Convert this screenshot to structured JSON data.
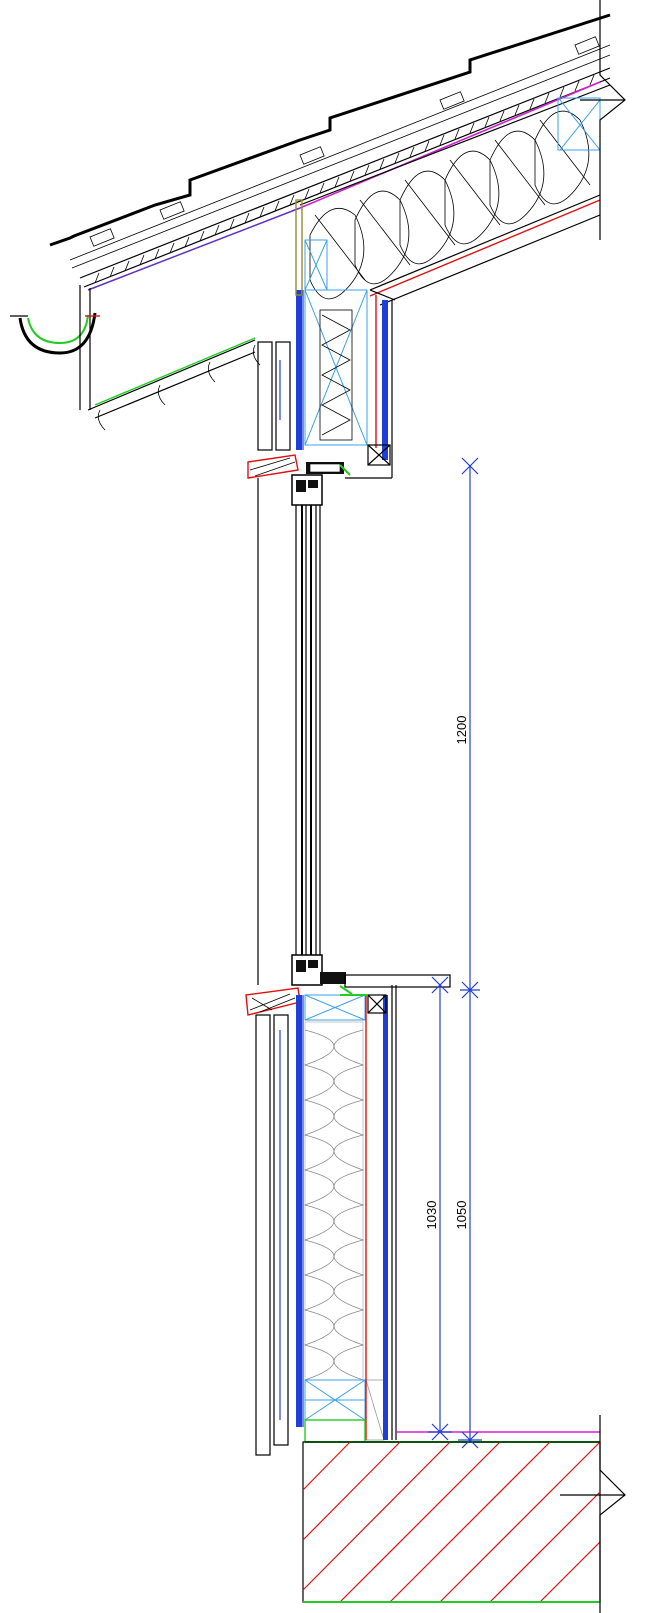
{
  "drawing": {
    "dimensions": [
      {
        "id": "window-height",
        "text": "1200"
      },
      {
        "id": "sill-inner",
        "text": "1030"
      },
      {
        "id": "sill-outer",
        "text": "1050"
      }
    ]
  }
}
